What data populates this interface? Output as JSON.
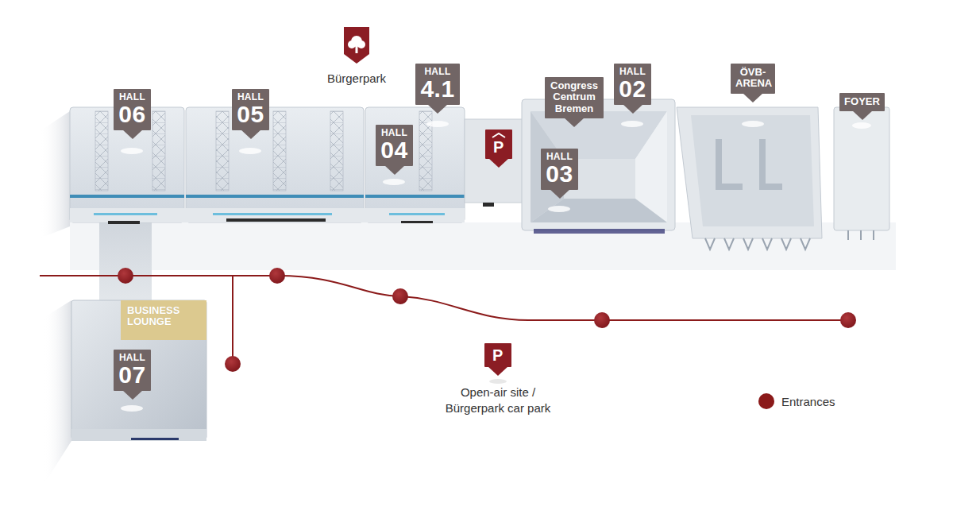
{
  "diagram": {
    "nodes": [
      {
        "text": [
          "HALL",
          "06"
        ]
      },
      {
        "text": [
          "HALL",
          "05"
        ]
      },
      {
        "text": [
          "HALL",
          "4.1"
        ]
      },
      {
        "text": [
          "HALL",
          "04"
        ]
      },
      {
        "text": [
          "P"
        ]
      },
      {
        "text": [
          "Congress Centrum Bremen"
        ]
      },
      {
        "text": [
          "HALL",
          "02"
        ]
      },
      {
        "text": [
          "HALL",
          "03"
        ]
      },
      {
        "text": [
          "ÖVB-ARENA"
        ]
      },
      {
        "text": [
          "FOYER"
        ]
      },
      {
        "text": [
          "BUSINESS LOUNGE"
        ]
      },
      {
        "text": [
          "HALL",
          "07"
        ]
      },
      {
        "text": [
          "P"
        ]
      }
    ],
    "labels": [
      "Bürgerpark",
      "Open-air site / Bürgerpark car park"
    ],
    "legend": [
      {
        "text": "Entrances",
        "color": "#8b1a1a"
      }
    ]
  }
}
